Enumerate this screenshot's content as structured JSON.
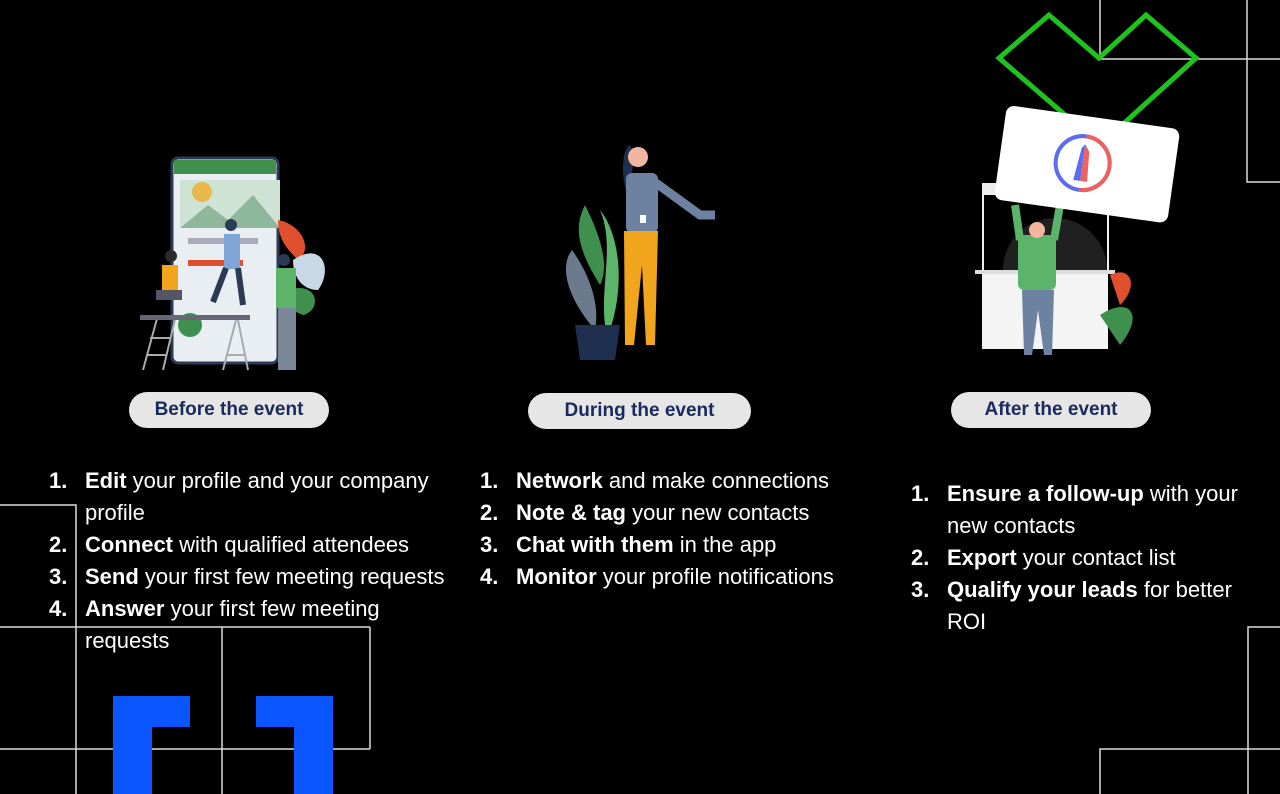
{
  "sections": [
    {
      "label": "Before the event",
      "steps": [
        {
          "num": "1.",
          "bold": "Edit",
          "rest": " your profile and your company profile"
        },
        {
          "num": "2.",
          "bold": "Connect",
          "rest": " with qualified attendees"
        },
        {
          "num": "3.",
          "bold": "Send",
          "rest": " your first few meeting requests"
        },
        {
          "num": "4.",
          "bold": "Answer",
          "rest": " your first few meeting requests"
        }
      ]
    },
    {
      "label": "During the event",
      "steps": [
        {
          "num": "1.",
          "bold": "Network",
          "rest": " and make connections"
        },
        {
          "num": "2.",
          "bold": "Note & tag",
          "rest": " your new contacts"
        },
        {
          "num": "3.",
          "bold": "Chat with them",
          "rest": " in the app"
        },
        {
          "num": "4.",
          "bold": "Monitor",
          "rest": " your profile notifications"
        }
      ]
    },
    {
      "label": "After the event",
      "steps": [
        {
          "num": "1.",
          "bold": "Ensure a follow-up",
          "rest": " with your new  contacts"
        },
        {
          "num": "2.",
          "bold": "Export",
          "rest": " your contact list"
        },
        {
          "num": "3.",
          "bold": "Qualify your leads",
          "rest": " for better ROI"
        }
      ]
    }
  ],
  "colors": {
    "accent_green": "#1ec31e",
    "accent_blue": "#0a55ff",
    "pill_bg": "#e6e6e6",
    "pill_text": "#1b2a5c"
  }
}
